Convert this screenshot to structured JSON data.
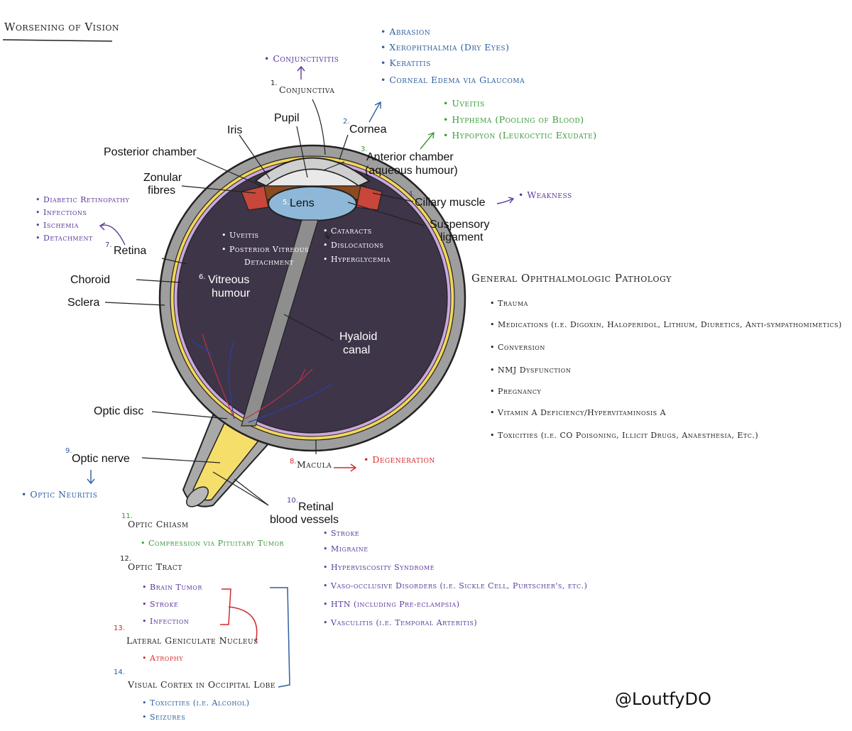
{
  "title": "Worsening of Vision",
  "colors": {
    "purple": "#5a3a9a",
    "blue": "#2f5f9e",
    "green": "#3a9a3a",
    "red": "#d12b2b",
    "vitreous": "#3e3548",
    "sclera": "#9a9a9a",
    "nerve": "#f5df6a",
    "muscle": "#c8463a",
    "lens": "#8fb8d8"
  },
  "anatomy": {
    "conjunctiva": "Conjunctiva",
    "pupil": "Pupil",
    "iris": "Iris",
    "cornea": "Cornea",
    "posterior_chamber": "Posterior chamber",
    "anterior_chamber_1": "Anterior chamber",
    "anterior_chamber_2": "(aqueous humour)",
    "zonular_1": "Zonular",
    "zonular_2": "fibres",
    "ciliary": "Ciliary muscle",
    "lens": "Lens",
    "suspensory_1": "Suspensory",
    "suspensory_2": "ligament",
    "retina": "Retina",
    "choroid": "Choroid",
    "sclera": "Sclera",
    "vitreous_1": "Vitreous",
    "vitreous_2": "humour",
    "hyaloid_1": "Hyaloid",
    "hyaloid_2": "canal",
    "optic_disc": "Optic disc",
    "optic_nerve": "Optic nerve",
    "macula": "Macula",
    "retinal_vessels_1": "Retinal",
    "retinal_vessels_2": "blood vessels"
  },
  "numbers": {
    "n1": "1.",
    "n2": "2.",
    "n3": "3.",
    "n4": "4.",
    "n5": "5.",
    "n6": "6.",
    "n7": "7.",
    "n8": "8.",
    "n9": "9.",
    "n10": "10.",
    "n11": "11.",
    "n12": "12.",
    "n13": "13.",
    "n14": "14."
  },
  "conjunctiva_items": [
    "Conjunctivitis"
  ],
  "cornea_items": [
    "Abrasion",
    "Xerophthalmia (Dry Eyes)",
    "Keratitis",
    "Corneal Edema via Glaucoma"
  ],
  "anterior_items": [
    "Uveitis",
    "Hyphema (Pooling of Blood)",
    "Hypopyon (Leukocytic Exudate)"
  ],
  "ciliary_items": [
    "Weakness"
  ],
  "lens_items": [
    "Cataracts",
    "Dislocations",
    "Hyperglycemia"
  ],
  "vitreous_items": [
    "Uveitis",
    "Posterior Vitreous",
    "Detachment"
  ],
  "retina_items": [
    "Diabetic Retinopathy",
    "Infections",
    "Ischemia",
    "Detachment"
  ],
  "macula_items": [
    "Degeneration"
  ],
  "optic_nerve_items": [
    "Optic Neuritis"
  ],
  "vessels_items": [
    "Stroke",
    "Migraine",
    "Hyperviscosity Syndrome",
    "Vaso-occlusive Disorders (i.e. Sickle Cell, Purtscher's, etc.)",
    "HTN (including Pre-eclampsia)",
    "Vasculitis (i.e. Temporal Arteritis)"
  ],
  "chiasm": {
    "label": "Optic Chiasm",
    "items": [
      "Compression via Pituitary Tumor"
    ]
  },
  "tract": {
    "label": "Optic Tract",
    "items": [
      "Brain Tumor",
      "Stroke",
      "Infection"
    ]
  },
  "lgn": {
    "label": "Lateral Geniculate Nucleus",
    "items": [
      "Atrophy"
    ]
  },
  "cortex": {
    "label": "Visual Cortex in Occipital Lobe",
    "items": [
      "Toxicities (i.e. Alcohol)",
      "Seizures"
    ]
  },
  "general": {
    "title": "General Ophthalmologic Pathology",
    "items": [
      "Trauma",
      "Medications (i.e. Digoxin, Haloperidol, Lithium, Diuretics, Anti-sympathomimetics)",
      "Conversion",
      "NMJ Dysfunction",
      "Pregnancy",
      "Vitamin A Deficiency/Hypervitaminosis A",
      "Toxicities (i.e. CO Poisoning, Illicit Drugs, Anaesthesia, Etc.)"
    ]
  },
  "signature": "@LoutfyDO"
}
